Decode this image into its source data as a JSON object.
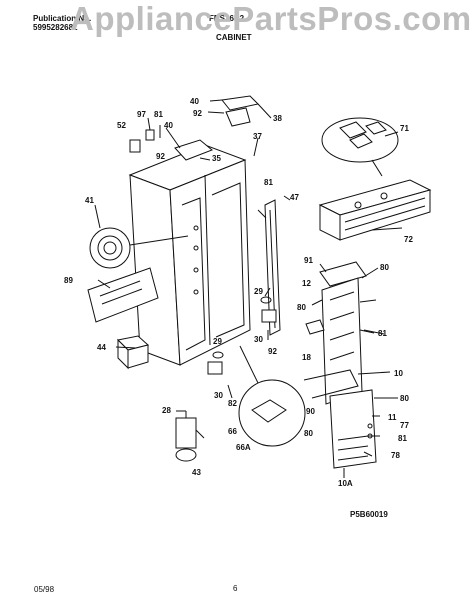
{
  "header": {
    "publication_label": "Publication No.",
    "publication_number": "5995282681",
    "model": "FRS26R2",
    "section_title": "CABINET"
  },
  "watermark": "AppliancePartsPros.com",
  "diagram_code": "P5B60019",
  "footer": {
    "date": "05/98",
    "page": "6"
  },
  "callouts": [
    {
      "id": "c40a",
      "text": "40"
    },
    {
      "id": "c92a",
      "text": "92"
    },
    {
      "id": "c38",
      "text": "38"
    },
    {
      "id": "c97",
      "text": "97"
    },
    {
      "id": "c81a",
      "text": "81"
    },
    {
      "id": "c40b",
      "text": "40"
    },
    {
      "id": "c52",
      "text": "52"
    },
    {
      "id": "c37",
      "text": "37"
    },
    {
      "id": "c92b",
      "text": "92"
    },
    {
      "id": "c35",
      "text": "35"
    },
    {
      "id": "c71",
      "text": "71"
    },
    {
      "id": "c41",
      "text": "41"
    },
    {
      "id": "c81b",
      "text": "81"
    },
    {
      "id": "c47",
      "text": "47"
    },
    {
      "id": "c72",
      "text": "72"
    },
    {
      "id": "c89",
      "text": "89"
    },
    {
      "id": "c91",
      "text": "91"
    },
    {
      "id": "c80a",
      "text": "80"
    },
    {
      "id": "c12",
      "text": "12"
    },
    {
      "id": "c29a",
      "text": "29"
    },
    {
      "id": "c44",
      "text": "44"
    },
    {
      "id": "c80b",
      "text": "80"
    },
    {
      "id": "c81c",
      "text": "81"
    },
    {
      "id": "c30a",
      "text": "30"
    },
    {
      "id": "c92c",
      "text": "92"
    },
    {
      "id": "c29b",
      "text": "29"
    },
    {
      "id": "c18",
      "text": "18"
    },
    {
      "id": "c10",
      "text": "10"
    },
    {
      "id": "c30b",
      "text": "30"
    },
    {
      "id": "c82",
      "text": "82"
    },
    {
      "id": "c90",
      "text": "90"
    },
    {
      "id": "c80c",
      "text": "80"
    },
    {
      "id": "c28",
      "text": "28"
    },
    {
      "id": "c11",
      "text": "11"
    },
    {
      "id": "c77",
      "text": "77"
    },
    {
      "id": "c66",
      "text": "66"
    },
    {
      "id": "c66a",
      "text": "66A"
    },
    {
      "id": "c80d",
      "text": "80"
    },
    {
      "id": "c81d",
      "text": "81"
    },
    {
      "id": "c43",
      "text": "43"
    },
    {
      "id": "c78",
      "text": "78"
    },
    {
      "id": "c10a",
      "text": "10A"
    }
  ]
}
